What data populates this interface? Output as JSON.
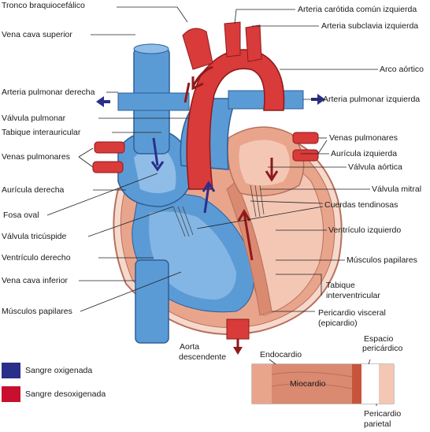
{
  "colors": {
    "oxygenated": "#2a2f8a",
    "deoxygenated": "#c8102e",
    "vein_blue": "#5b9bd5",
    "artery_red": "#d93a3a",
    "muscle": "#e9a58c",
    "muscle_light": "#f4c7b5"
  },
  "labels": {
    "tronco_braquiocefalico": "Tronco braquiocefálico",
    "arteria_carotida": "Arteria carótida común izquierda",
    "arteria_subclavia": "Arteria subclavia izquierda",
    "vena_cava_superior": "Vena cava superior",
    "arco_aortico": "Arco aórtico",
    "arteria_pulmonar_derecha": "Arteria pulmonar derecha",
    "arteria_pulmonar_izquierda": "Arteria pulmonar izquierda",
    "valvula_pulmonar": "Válvula pulmonar",
    "tabique_interauricular": "Tabique interauricular",
    "venas_pulmonares_izq": "Venas pulmonares",
    "venas_pulmonares_der": "Venas pulmonares",
    "auricula_izquierda": "Aurícula izquierda",
    "valvula_aortica": "Válvula aórtica",
    "auricula_derecha": "Aurícula derecha",
    "valvula_mitral": "Válvula mitral",
    "fosa_oval": "Fosa oval",
    "cuerdas_tendinosas": "Cuerdas tendinosas",
    "valvula_tricuspide": "Válvula tricúspide",
    "ventriculo_izquierdo": "Ventrículo izquierdo",
    "ventriculo_derecho": "Ventrículo derecho",
    "musculos_papilares_der": "Músculos papilares",
    "vena_cava_inferior": "Vena cava inferior",
    "tabique_interventricular_1": "Tabique",
    "tabique_interventricular_2": "interventricular",
    "musculos_papilares_izq": "Músculos papilares",
    "pericardio_visceral_1": "Pericardio visceral",
    "pericardio_visceral_2": "(epicardio)",
    "aorta_descendente_1": "Aorta",
    "aorta_descendente_2": "descendente",
    "endocardio": "Endocardio",
    "espacio_pericardico_1": "Espacio",
    "espacio_pericardico_2": "pericárdico",
    "miocardio": "Miocardio",
    "pericardio_parietal_1": "Pericardio",
    "pericardio_parietal_2": "parietal"
  },
  "legend": {
    "oxigenada": "Sangre oxigenada",
    "desoxigenada": "Sangre desoxigenada"
  }
}
